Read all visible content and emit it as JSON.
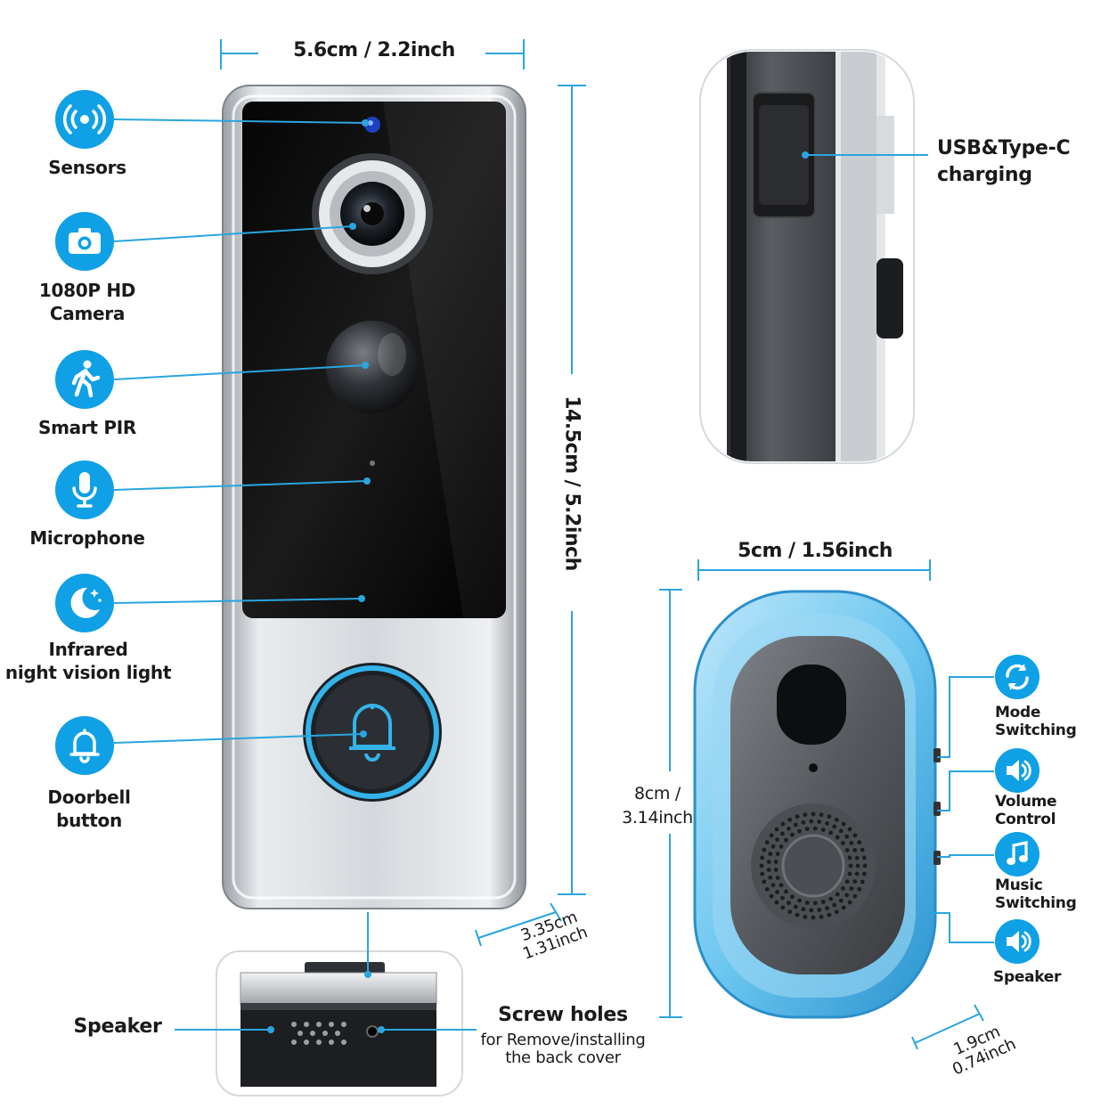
{
  "doorbell": {
    "width_label": "5.6cm / 2.2inch",
    "height_label": "14.5cm / 5.2inch",
    "depth_label_cm": "3.35cm",
    "depth_label_inch": "1.31inch",
    "features": [
      {
        "name": "Sensors",
        "icon": "sensor-waves-icon"
      },
      {
        "name": "1080P HD",
        "name2": "Camera",
        "icon": "camera-icon"
      },
      {
        "name": "Smart PIR",
        "icon": "walking-person-icon"
      },
      {
        "name": "Microphone",
        "icon": "microphone-icon"
      },
      {
        "name": "Infrared",
        "name2": "night vision light",
        "icon": "moon-stars-icon"
      },
      {
        "name": "Doorbell",
        "name2": "button",
        "icon": "bell-icon"
      }
    ],
    "bottom_speaker_label": "Speaker",
    "screw_title": "Screw holes",
    "screw_desc1": "for Remove/installing",
    "screw_desc2": "the back cover",
    "charging_label1": "USB&Type-C",
    "charging_label2": "charging"
  },
  "chime": {
    "width_label": "5cm / 1.56inch",
    "height_label1": "8cm /",
    "height_label2": "3.14inch",
    "depth_label_cm": "1.9cm",
    "depth_label_inch": "0.74inch",
    "controls": [
      {
        "name": "Mode",
        "name2": "Switching",
        "icon": "refresh-icon"
      },
      {
        "name": "Volume",
        "name2": "Control",
        "icon": "volume-icon"
      },
      {
        "name": "Music",
        "name2": "Switching",
        "icon": "music-note-icon"
      },
      {
        "name": "Speaker",
        "icon": "speaker-icon"
      }
    ]
  },
  "colors": {
    "accent": "#0fa0e6",
    "line": "#2aa5df",
    "chime_glow": "#7fd0f5"
  }
}
